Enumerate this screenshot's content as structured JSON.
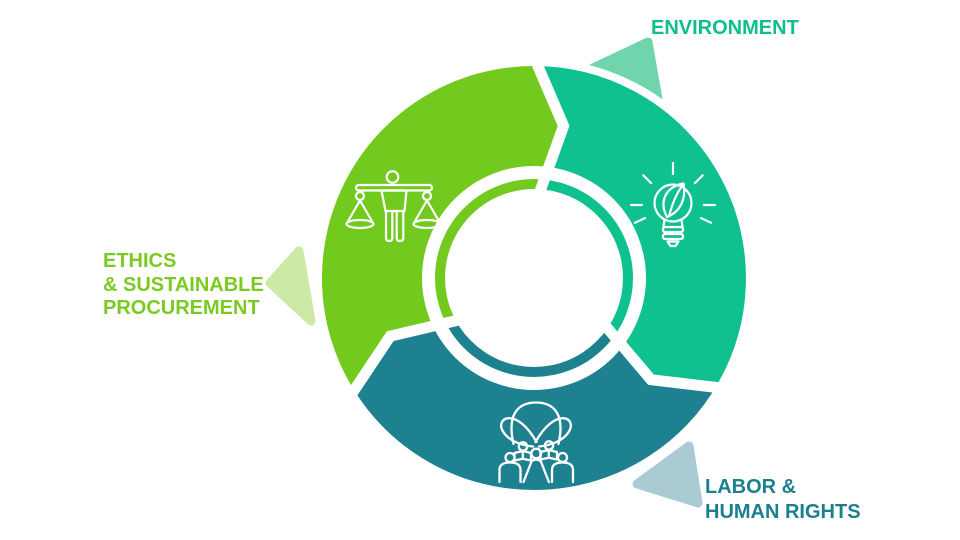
{
  "diagram": {
    "type": "three-part-cycle-infographic",
    "background_color": "#ffffff",
    "divider_color": "#ffffff",
    "icon_stroke_color": "#ffffff",
    "segments": {
      "ethics": {
        "label_lines": [
          "ETHICS",
          "& SUSTAINABLE",
          "PROCUREMENT"
        ],
        "color": "#73ca1f",
        "tint_color": "#cde9a6",
        "text_color": "#7bca21",
        "icon": "justice-scales-icon",
        "position": "upper-left"
      },
      "environment": {
        "label_lines": [
          "ENVIRONMENT"
        ],
        "color": "#0ec18e",
        "tint_color": "#70d5ac",
        "text_color": "#0fbe8c",
        "icon": "eco-lightbulb-icon",
        "position": "right"
      },
      "labor": {
        "label_lines": [
          "LABOR &",
          "HUMAN RIGHTS"
        ],
        "color": "#1d8190",
        "tint_color": "#abcbd4",
        "text_color": "#1a7f8e",
        "icon": "team-collaboration-icon",
        "position": "bottom"
      }
    }
  }
}
